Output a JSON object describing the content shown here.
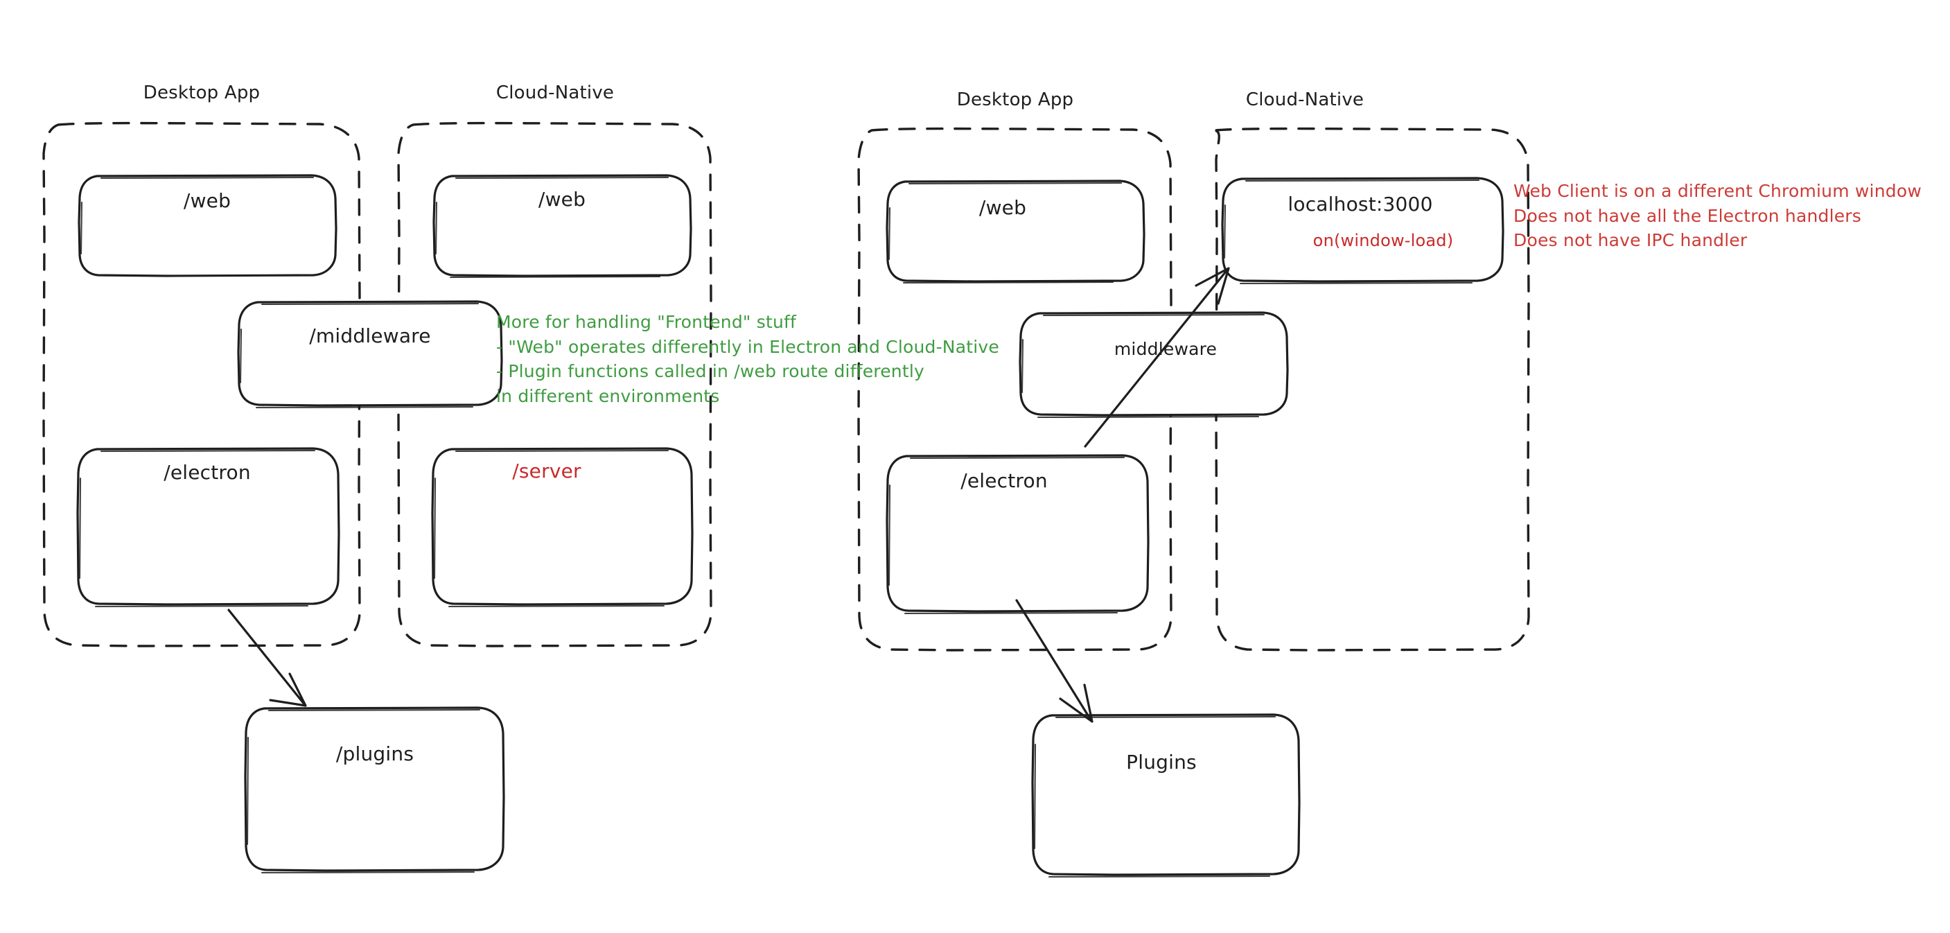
{
  "diagram": {
    "title": "Electron vs Cloud-Native routing architecture",
    "background": "#ffffff",
    "colors": {
      "stroke": "#1e1e1e",
      "red": "#c92a2a",
      "green": "#3f9c41",
      "dashed_container": "#1e1e1e"
    }
  },
  "left_diagram": {
    "groups": [
      {
        "id": "left-desktop-app",
        "label": "Desktop App"
      },
      {
        "id": "left-cloud-native",
        "label": "Cloud-Native"
      }
    ],
    "nodes": [
      {
        "id": "left-desktop-web",
        "label": "/web",
        "color": "black"
      },
      {
        "id": "left-cloud-web",
        "label": "/web",
        "color": "black"
      },
      {
        "id": "left-middleware",
        "label": "/middleware",
        "color": "black"
      },
      {
        "id": "left-electron",
        "label": "/electron",
        "color": "black"
      },
      {
        "id": "left-server",
        "label": "/server",
        "color": "red"
      },
      {
        "id": "left-plugins",
        "label": "/plugins",
        "color": "black"
      }
    ],
    "note_green": "More for handling \"Frontend\" stuff\n- \"Web\" operates differently in Electron and Cloud-Native\n- Plugin functions called in /web route differently\nin different environments",
    "edges": [
      {
        "from": "left-electron",
        "to": "left-plugins"
      }
    ]
  },
  "right_diagram": {
    "groups": [
      {
        "id": "right-desktop-app",
        "label": "Desktop App"
      },
      {
        "id": "right-cloud-native",
        "label": "Cloud-Native"
      }
    ],
    "nodes": [
      {
        "id": "right-desktop-web",
        "label": "/web",
        "color": "black"
      },
      {
        "id": "right-localhost",
        "label": "localhost:3000",
        "sublabel": "on(window-load)",
        "color": "black",
        "subcolor": "red"
      },
      {
        "id": "right-middleware",
        "label": "middleware",
        "color": "black"
      },
      {
        "id": "right-electron",
        "label": "/electron",
        "color": "black"
      },
      {
        "id": "right-plugins",
        "label": "Plugins",
        "color": "black"
      }
    ],
    "note_red": "Web Client is on a different Chromium window\nDoes not have all the Electron handlers\nDoes not have IPC handler",
    "edges": [
      {
        "from": "right-electron",
        "to": "right-localhost"
      },
      {
        "from": "right-electron",
        "to": "right-plugins"
      }
    ]
  }
}
